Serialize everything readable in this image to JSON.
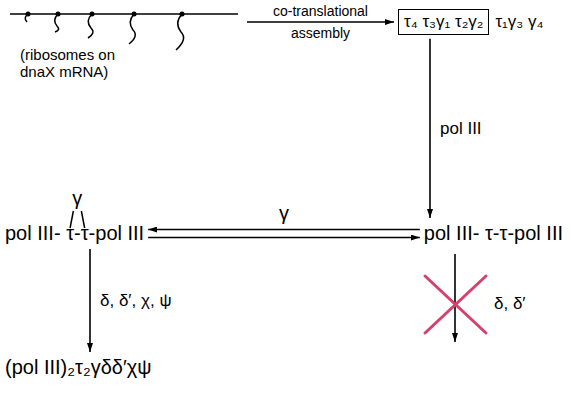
{
  "diagram": {
    "nodes": [
      {
        "text": [
          "(ribosomes on dnaX mRNA)"
        ]
      },
      {
        "text": [
          "τ₄ τ₃γ₁ τ₂γ₂"
        ]
      },
      {
        "text": [
          "pol III- τ-τ-pol III"
        ]
      },
      {
        "text": [
          "pol III- τ-τ-pol III"
        ]
      },
      {
        "text": [
          "(pol III)₂τ₂γδδ′χψ"
        ]
      }
    ],
    "edges": [
      {
        "from": 0,
        "to": 1,
        "arrow": "to"
      },
      {
        "from": 1,
        "to": 3,
        "label": "pol III",
        "arrow": "to"
      },
      {
        "from": 3,
        "to": 2,
        "label": "γ",
        "arrow": "to"
      },
      {
        "from": 2,
        "to": 3,
        "arrow": "to"
      },
      {
        "from": 2,
        "to": 4,
        "label": "δ, δ′, χ, ψ",
        "arrow": "to"
      }
    ],
    "labels": [
      "co-translational",
      "assembly",
      "τ₁γ₃ γ₄",
      "γ",
      "δ, δ′"
    ]
  }
}
